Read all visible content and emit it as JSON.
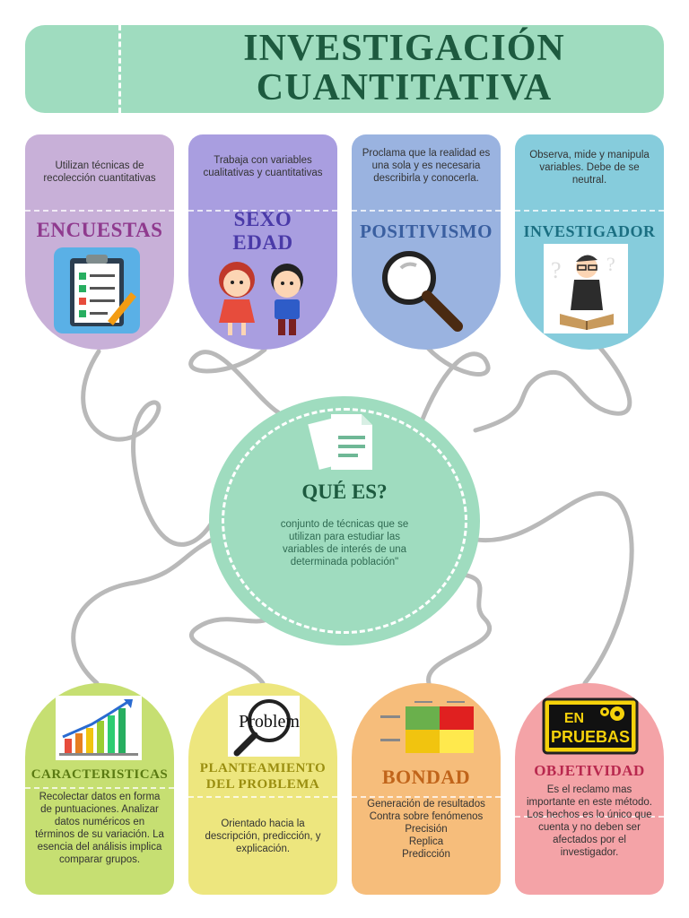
{
  "header": {
    "title": "INVESTIGACIÓN CUANTITATIVA"
  },
  "center": {
    "title": "QUÉ ES?",
    "text": "conjunto de técnicas que se utilizan para estudiar las variables de interés de una determinada población\"",
    "icon": "documents-icon"
  },
  "top_cards": [
    {
      "title": "ENCUESTAS",
      "text": "Utilizan técnicas de recolección cuantitativas",
      "icon": "clipboard-checklist-icon"
    },
    {
      "title": "SEXO EDAD",
      "text": "Trabaja con variables cualitativas y cuantitativas",
      "icon": "children-icon"
    },
    {
      "title": "POSITIVISMO",
      "text": "Proclama que la realidad es una sola y es necesaria describirla y conocerla.",
      "icon": "magnifying-glass-icon"
    },
    {
      "title": "INVESTIGADOR",
      "text": "Observa, mide y manipula variables. Debe de se neutral.",
      "icon": "researcher-reading-icon"
    }
  ],
  "bottom_cards": [
    {
      "title": "CARACTERISTICAS",
      "text": "Recolectar datos en forma de puntuaciones. Analizar datos numéricos en términos de su variación. La esencia del análisis implica comparar grupos.",
      "icon": "growth-bar-chart-icon"
    },
    {
      "title": "PLANTEAMIENTO DEL PROBLEMA",
      "text": "Orientado hacia la descripción, predicción, y explicación.",
      "icon": "problem-magnifier-icon",
      "image_word": "Problem"
    },
    {
      "title": "BONDAD",
      "text": "Generación de resultados\nContra sobre fenómenos\nPrecisión\nReplica\nPredicción",
      "icon": "decision-matrix-icon"
    },
    {
      "title": "OBJETIVIDAD",
      "text": "Es el reclamo mas importante en este método. Los hechos es lo único que cuenta y no deben ser afectados por el investigador.",
      "icon": "en-pruebas-sign-icon",
      "sign_text": [
        "EN",
        "PRUEBAS"
      ]
    }
  ],
  "colors": {
    "header_bg": "#9fdcbf",
    "header_text": "#1d5a3f",
    "rope": "#b9b9b9",
    "encuestas": "#c8b0d8",
    "sexo_edad": "#a99ee0",
    "positivismo": "#9ab3e0",
    "investigador": "#86ccdc",
    "caracteristicas": "#c6df72",
    "planteamiento": "#ede67e",
    "bondad": "#f6bd7b",
    "objetividad": "#f4a3a7"
  }
}
